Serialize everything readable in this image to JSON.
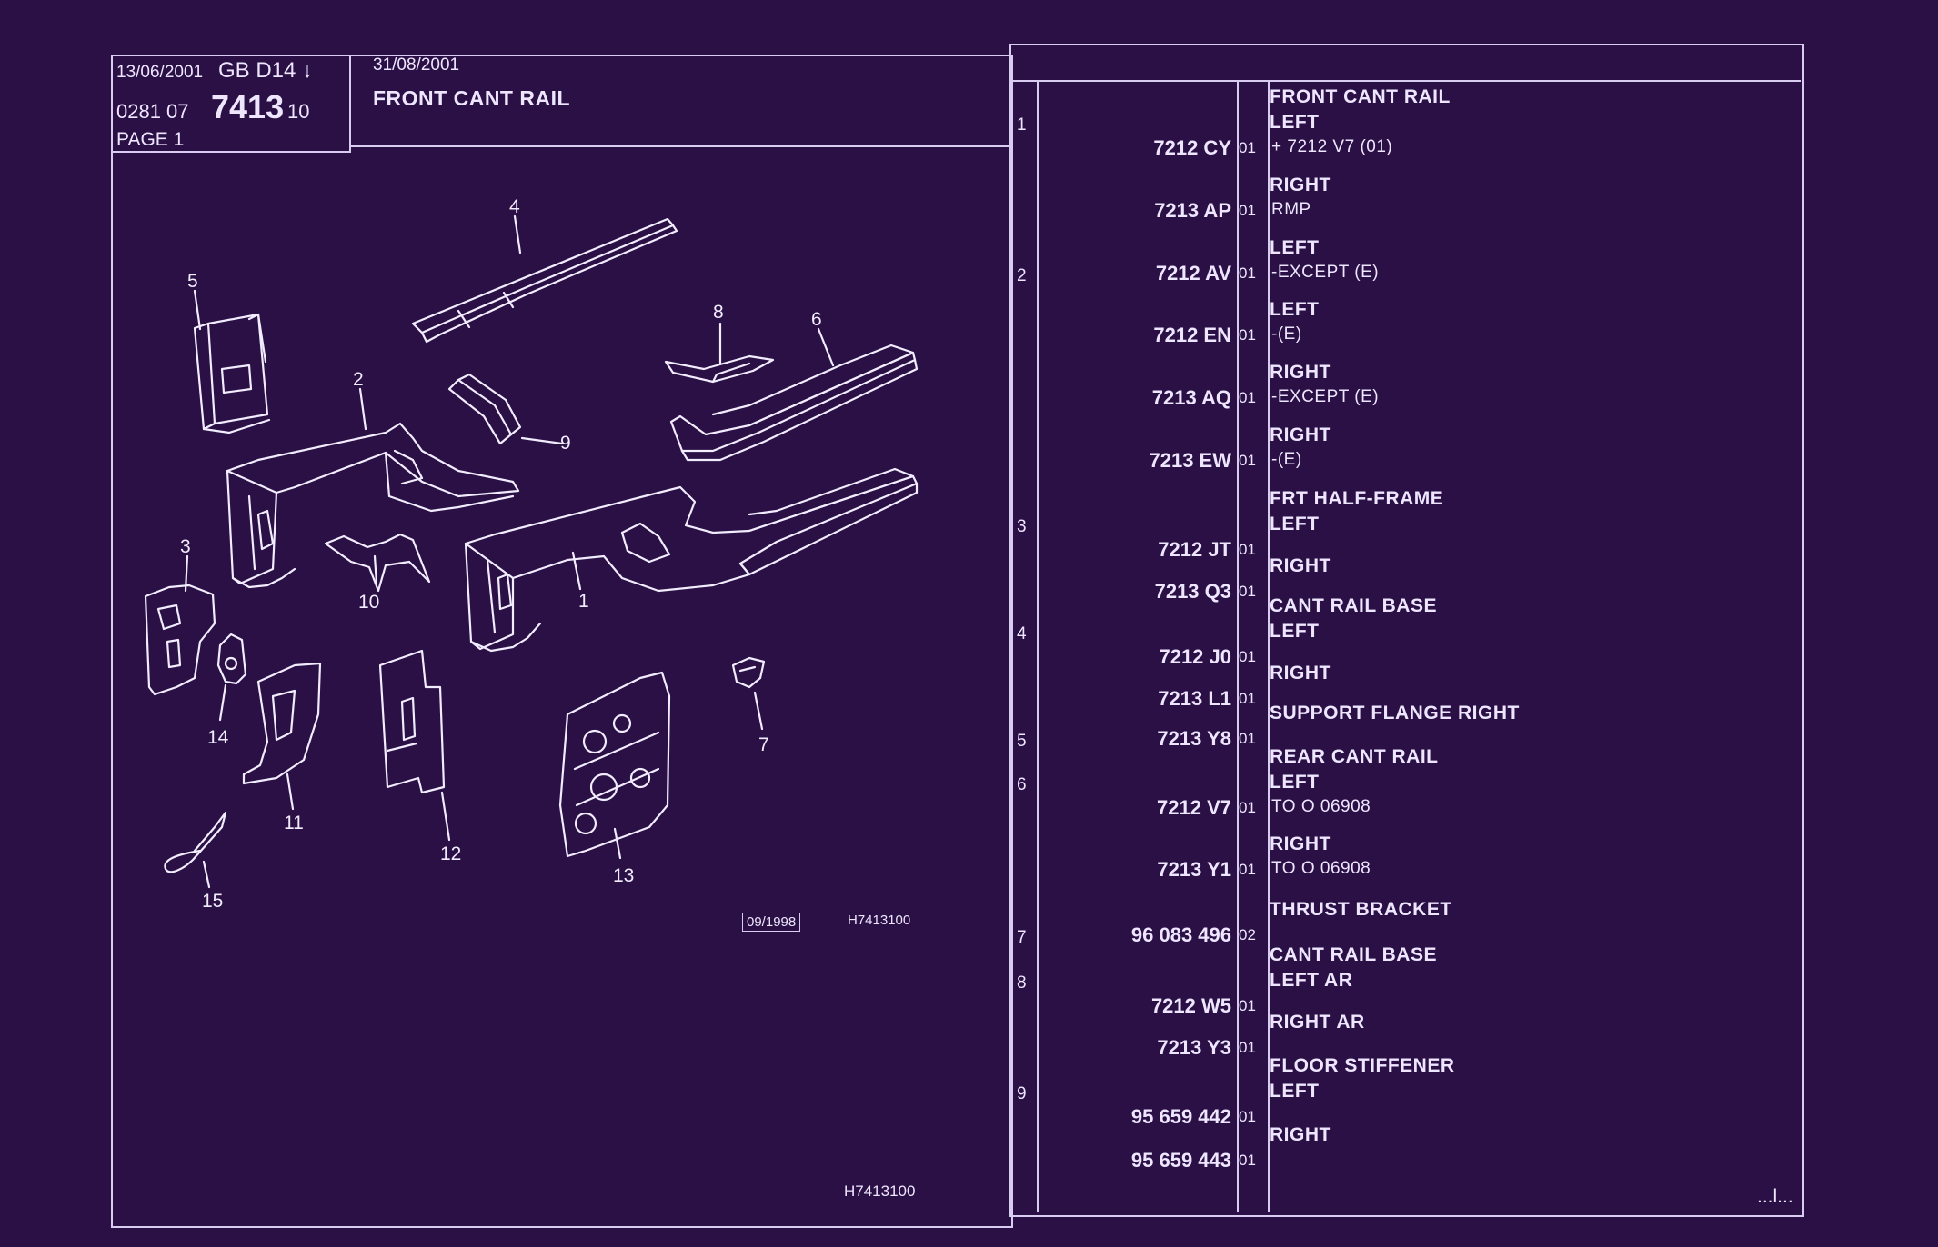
{
  "header": {
    "date": "13/06/2001",
    "market": "GB  D14 ↓",
    "ref_prefix": "0281 07",
    "group": "7413",
    "ref_suffix": "10",
    "page": "PAGE 1",
    "revision_date": "31/08/2001",
    "title": "FRONT CANT RAIL"
  },
  "drawing": {
    "stamp": "09/1998",
    "code": "H7413100",
    "footer_code": "H7413100",
    "callouts": [
      "1",
      "2",
      "3",
      "4",
      "5",
      "6",
      "7",
      "8",
      "9",
      "10",
      "11",
      "12",
      "13",
      "14",
      "15"
    ]
  },
  "parts": [
    {
      "idx": "1",
      "ref": "",
      "var": "",
      "desc": "FRONT CANT RAIL",
      "sub": ""
    },
    {
      "idx": "",
      "ref": "7212 CY",
      "var": "01",
      "desc": "LEFT",
      "sub": "+ 7212 V7 (01)"
    },
    {
      "idx": "",
      "ref": "7213 AP",
      "var": "01",
      "desc": "RIGHT",
      "sub": "RMP"
    },
    {
      "idx": "2",
      "ref": "7212 AV",
      "var": "01",
      "desc": "LEFT",
      "sub": "-EXCEPT  (E)"
    },
    {
      "idx": "",
      "ref": "7212 EN",
      "var": "01",
      "desc": "LEFT",
      "sub": "-(E)"
    },
    {
      "idx": "",
      "ref": "7213 AQ",
      "var": "01",
      "desc": "RIGHT",
      "sub": "-EXCEPT  (E)"
    },
    {
      "idx": "",
      "ref": "7213 EW",
      "var": "01",
      "desc": "RIGHT",
      "sub": "-(E)"
    },
    {
      "idx": "3",
      "ref": "",
      "var": "",
      "desc": "FRT HALF-FRAME",
      "sub": ""
    },
    {
      "idx": "",
      "ref": "7212 JT",
      "var": "01",
      "desc": "LEFT",
      "sub": ""
    },
    {
      "idx": "",
      "ref": "7213 Q3",
      "var": "01",
      "desc": "RIGHT",
      "sub": ""
    },
    {
      "idx": "4",
      "ref": "",
      "var": "",
      "desc": "CANT RAIL BASE",
      "sub": ""
    },
    {
      "idx": "",
      "ref": "7212 J0",
      "var": "01",
      "desc": "LEFT",
      "sub": ""
    },
    {
      "idx": "",
      "ref": "7213 L1",
      "var": "01",
      "desc": "RIGHT",
      "sub": ""
    },
    {
      "idx": "5",
      "ref": "7213 Y8",
      "var": "01",
      "desc": "SUPPORT FLANGE RIGHT",
      "sub": ""
    },
    {
      "idx": "6",
      "ref": "",
      "var": "",
      "desc": "REAR CANT RAIL",
      "sub": ""
    },
    {
      "idx": "",
      "ref": "7212 V7",
      "var": "01",
      "desc": "LEFT",
      "sub": "TO  O  06908"
    },
    {
      "idx": "",
      "ref": "7213 Y1",
      "var": "01",
      "desc": "RIGHT",
      "sub": "TO  O  06908"
    },
    {
      "idx": "7",
      "ref": "96 083 496",
      "var": "02",
      "desc": "THRUST BRACKET",
      "sub": ""
    },
    {
      "idx": "8",
      "ref": "",
      "var": "",
      "desc": "CANT RAIL BASE",
      "sub": ""
    },
    {
      "idx": "",
      "ref": "7212 W5",
      "var": "01",
      "desc": "LEFT AR",
      "sub": ""
    },
    {
      "idx": "",
      "ref": "7213 Y3",
      "var": "01",
      "desc": "RIGHT AR",
      "sub": ""
    },
    {
      "idx": "9",
      "ref": "",
      "var": "",
      "desc": "FLOOR STIFFENER",
      "sub": ""
    },
    {
      "idx": "",
      "ref": "95 659 442",
      "var": "01",
      "desc": "LEFT",
      "sub": ""
    },
    {
      "idx": "",
      "ref": "95 659 443",
      "var": "01",
      "desc": "RIGHT",
      "sub": ""
    }
  ],
  "continuation": "...l..."
}
